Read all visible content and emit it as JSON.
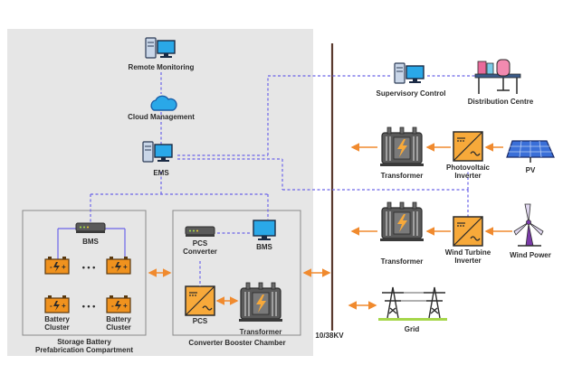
{
  "labels": {
    "remote_monitoring": "Remote Monitoring",
    "cloud_management": "Cloud Management",
    "ems": "EMS",
    "bms_left": "BMS",
    "battery_cluster_1": "Battery",
    "battery_cluster_1b": "Cluster",
    "battery_cluster_2": "Battery",
    "battery_cluster_2b": "Cluster",
    "storage_compartment_1": "Storage Battery",
    "storage_compartment_2": "Prefabrication Compartment",
    "pcs_converter_1": "PCS",
    "pcs_converter_2": "Converter",
    "bms_right": "BMS",
    "pcs": "PCS",
    "transformer_chamber": "Transformer",
    "converter_chamber": "Converter Booster Chamber",
    "busbar_voltage": "10/38KV",
    "supervisory_control": "Supervisory Control",
    "distribution_centre": "Distribution Centre",
    "transformer_pv": "Transformer",
    "pv_inverter_1": "Photovoltaic",
    "pv_inverter_2": "Inverter",
    "pv": "PV",
    "transformer_wind": "Transformer",
    "wind_inverter_1": "Wind Turbine",
    "wind_inverter_2": "Inverter",
    "wind_power": "Wind Power",
    "grid": "Grid",
    "ellipsis": "• • •"
  },
  "colors": {
    "panel_bg": "#e6e6e6",
    "connector_blue": "#6b63e8",
    "power_orange": "#f08a2e",
    "busbar": "#5a3a2e",
    "battery": "#f0921e",
    "transformer": "#5a5a5a"
  }
}
